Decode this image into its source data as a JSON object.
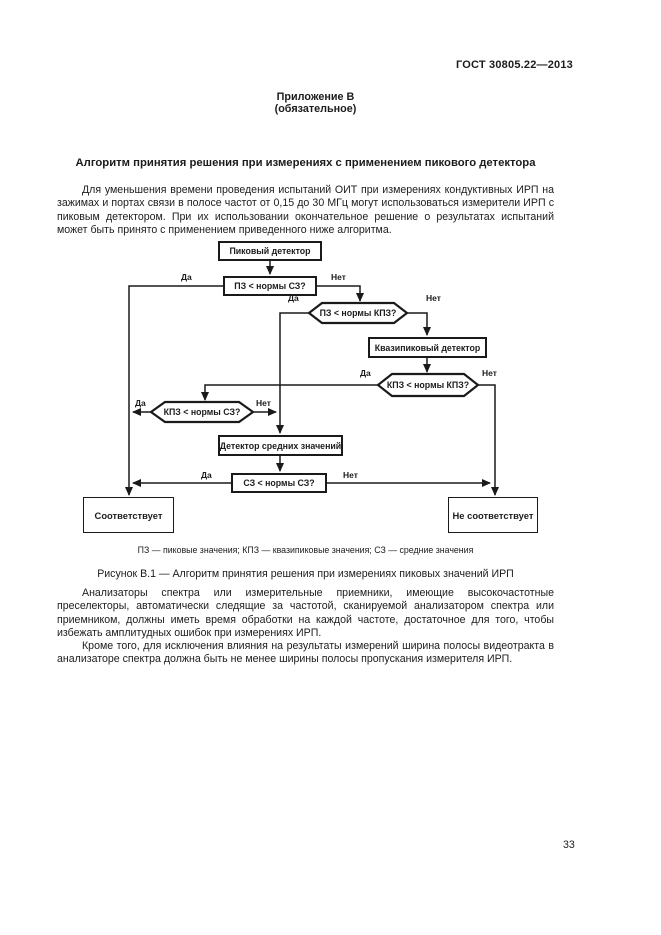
{
  "doc": {
    "header": "ГОСТ 30805.22—2013",
    "appendix_title": "Приложение В",
    "appendix_subtitle": "(обязательное)",
    "section_title": "Алгоритм принятия решения при измерениях с применением пикового детектора",
    "paragraphs": {
      "p1": "Для уменьшения времени проведения испытаний ОИТ при измерениях кондуктивных ИРП на зажимах и портах связи в полосе частот от 0,15 до 30 МГц могут использоваться измерители ИРП с пиковым детектором. При их использовании окончательное решение о результатах испытаний может быть принято с применением приведенного ниже алгоритма.",
      "p2": "Анализаторы спектра или измерительные приемники, имеющие высокочастотные преселекторы, автоматически следящие за частотой, сканируемой анализатором спектра или приемником, должны иметь время обработки на каждой частоте, достаточное для того, чтобы избежать амплитудных ошибок при измерениях ИРП.",
      "p3": "Кроме того, для исключения влияния на результаты измерений ширина полосы видеотракта в анализаторе спектра должна быть не менее ширины полосы пропускания измерителя ИРП."
    },
    "figure": {
      "note": "ПЗ — пиковые значения; КПЗ — квазипиковые значения; СЗ — средние значения",
      "label": "Рисунок В.1 — Алгоритм принятия решения при измерениях пиковых значений ИРП"
    },
    "page_number": "33"
  },
  "flowchart": {
    "type": "flowchart",
    "line_color": "#1a1a1a",
    "nodes": {
      "peak_detector": "Пиковый детектор",
      "pz_vs_sz": "ПЗ < нормы СЗ?",
      "pz_vs_kpz": "ПЗ < нормы КПЗ?",
      "quasi_peak_detector": "Квазипиковый детектор",
      "kpz_vs_kpz": "КПЗ < нормы КПЗ?",
      "kpz_vs_sz": "КПЗ < нормы СЗ?",
      "average_detector": "Детектор средних значений",
      "sz_vs_sz": "СЗ < нормы СЗ?",
      "conforms": "Соответствует",
      "not_conforms": "Не соответствует"
    },
    "edge_labels": {
      "yes": "Да",
      "no": "Нет"
    }
  }
}
